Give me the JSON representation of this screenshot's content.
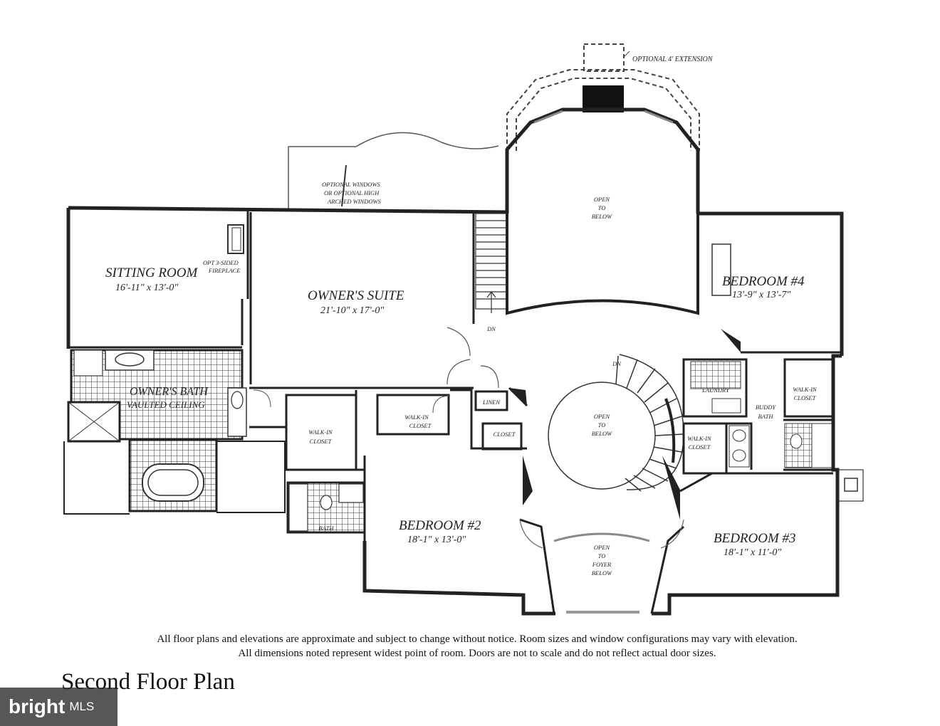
{
  "plan": {
    "title": "Second Floor Plan",
    "disclaimer_line1": "All floor plans and elevations are approximate and subject to change without notice. Room sizes and window configurations may vary with elevation.",
    "disclaimer_line2": "All dimensions noted represent widest point of room. Doors are not to scale and do not reflect actual door sizes.",
    "labels": {
      "optional_extension": "OPTIONAL 4' EXTENSION",
      "optional_windows_1": "OPTIONAL WINDOWS",
      "optional_windows_2": "OR OPTIONAL HIGH",
      "optional_windows_3": "ARCHED WINDOWS",
      "open_below_top_1": "OPEN",
      "open_below_top_2": "TO",
      "open_below_top_3": "BELOW",
      "sitting_room": "SITTING ROOM",
      "sitting_room_dim": "16'-11\" x 13'-0\"",
      "fireplace_1": "OPT 3-SIDED",
      "fireplace_2": "FIREPLACE",
      "owners_suite": "OWNER'S SUITE",
      "owners_suite_dim": "21'-10\" x 17'-0\"",
      "bedroom4": "BEDROOM #4",
      "bedroom4_dim": "13'-9\" x 13'-7\"",
      "owners_bath": "OWNER'S BATH",
      "vaulted": "VAULTED CEILING",
      "walkin_1": "WALK-IN",
      "walkin_2": "CLOSET",
      "linen": "LINEN",
      "closet": "CLOSET",
      "laundry": "LAUNDRY",
      "buddy_1": "BUDDY",
      "buddy_2": "BATH",
      "open_stair_1": "OPEN",
      "open_stair_2": "TO",
      "open_stair_3": "BELOW",
      "dn": "DN",
      "bedroom2": "BEDROOM #2",
      "bedroom2_dim": "18'-1\" x 13'-0\"",
      "bath": "BATH",
      "open_foyer_1": "OPEN",
      "open_foyer_2": "TO",
      "open_foyer_3": "FOYER",
      "open_foyer_4": "BELOW",
      "bedroom3": "BEDROOM #3",
      "bedroom3_dim": "18'-1\" x 11'-0\""
    }
  },
  "watermark": {
    "brand": "bright",
    "suffix": "MLS"
  }
}
